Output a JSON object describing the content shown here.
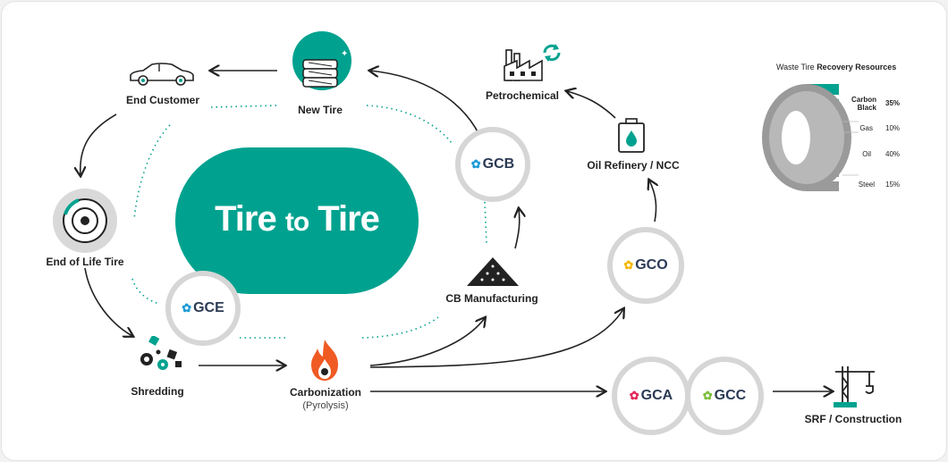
{
  "center": {
    "title_left": "Tire",
    "title_mid": "to",
    "title_right": "Tire"
  },
  "nodes": {
    "new_tire": "New Tire",
    "end_customer": "End Customer",
    "end_of_life_tire": "End of Life Tire",
    "shredding": "Shredding",
    "carbonization": "Carbonization",
    "carbonization_sub": "(Pyrolysis)",
    "cb_manufacturing": "CB Manufacturing",
    "petrochemical": "Petrochemical",
    "oil_refinery": "Oil Refinery / NCC",
    "srf_construction": "SRF / Construction"
  },
  "badges": {
    "gcb": "GCB",
    "gce": "GCE",
    "gco": "GCO",
    "gca": "GCA",
    "gcc": "GCC"
  },
  "legend": {
    "title_plain": "Waste Tire ",
    "title_bold": "Recovery Resources",
    "items": [
      {
        "name": "Carbon Black",
        "pct": "35%"
      },
      {
        "name": "Gas",
        "pct": "10%"
      },
      {
        "name": "Oil",
        "pct": "40%"
      },
      {
        "name": "Steel",
        "pct": "15%"
      }
    ]
  },
  "colors": {
    "teal": "#00a28f",
    "light_teal": "#7fd3c8",
    "badge_ring": "#d6d6d6",
    "flame": "#f05a23",
    "gcb_mark": "#1b9ad6",
    "gco_mark": "#f5b800",
    "gca_mark": "#e6265a",
    "gcc_mark": "#7cbd3c"
  },
  "icons": [
    "car-icon",
    "tire-stack-icon",
    "factory-icon",
    "recycle-icon",
    "oil-can-icon",
    "worn-tire-icon",
    "shredder-icon",
    "flame-icon",
    "coal-pile-icon",
    "crane-icon"
  ]
}
